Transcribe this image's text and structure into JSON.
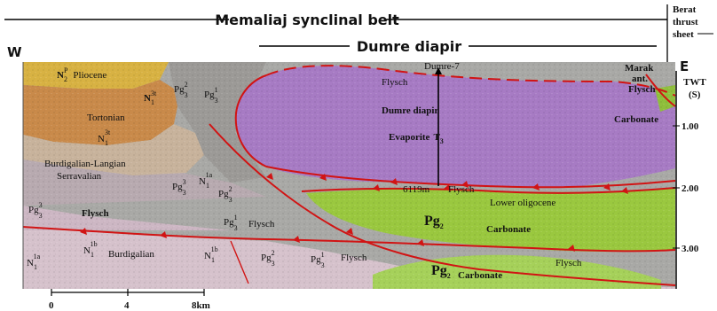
{
  "header": {
    "belt_title": "Memaliaj synclinal belt",
    "diapir_title": "Dumre diapir",
    "thrust_sheet": [
      "Berat",
      "thrust",
      "sheet"
    ]
  },
  "directions": {
    "west": "W",
    "east": "E"
  },
  "axis": {
    "title": "TWT",
    "unit": "(S)",
    "ticks": [
      "1.00",
      "2.00",
      "3.00"
    ]
  },
  "scale_bar": {
    "labels": [
      "0",
      "4",
      "8km"
    ]
  },
  "well": {
    "name": "Dumre-7",
    "depth": "6119m"
  },
  "units": {
    "pliocene_sym": "N",
    "pliocene_sub": "2",
    "pliocene_sup": "P",
    "pliocene_name": "Pliocene",
    "n13t_a_sym": "N",
    "n13t_a_sub": "1",
    "n13t_a_sup": "3t",
    "pg23_a_sym": "Pg",
    "pg23_a_sup": "2",
    "pg23_a_sub": "3",
    "pg13_top_sym": "Pg",
    "pg13_top_sup": "1",
    "pg13_top_sub": "3",
    "tortonian": "Tortonian",
    "n13t_b_sym": "N",
    "n13t_b_sub": "1",
    "n13t_b_sup": "3t",
    "burdigalian_langian": "Burdigalian-Langian",
    "serravalian": "Serravalian",
    "pg33_a_sym": "Pg",
    "pg33_a_sup": "3",
    "pg33_a_sub": "3",
    "n1a_a_sym": "N",
    "n1a_a_sub": "1",
    "n1a_a_sup": "1a",
    "pg23_b_sym": "Pg",
    "pg23_b_sup": "2",
    "pg23_b_sub": "3",
    "pg33_b_sym": "Pg",
    "pg33_b_sup": "3",
    "pg33_b_sub": "3",
    "flysch_left": "Flysch",
    "pg13_mid_sym": "Pg",
    "pg13_mid_sup": "1",
    "pg13_mid_sub": "3",
    "flysch_mid": "Flysch",
    "n1b_a_sym": "N",
    "n1b_a_sub": "1",
    "n1b_a_sup": "1b",
    "burdigalian": "Burdigalian",
    "n1a_b_sym": "N",
    "n1a_b_sub": "1",
    "n1a_b_sup": "1a",
    "n1b_b_sym": "N",
    "n1b_b_sub": "1",
    "n1b_b_sup": "1b",
    "pg23_c_sym": "Pg",
    "pg23_c_sup": "2",
    "pg23_c_sub": "3",
    "pg13_low_sym": "Pg",
    "pg13_low_sup": "1",
    "pg13_low_sub": "3",
    "flysch_low": "Flysch",
    "flysch_diapir": "Flysch",
    "dumre_diapir": "Dumre diapir",
    "evaporite": "Evaporite",
    "evap_sym": "T",
    "evap_sub": "3",
    "flysch_center": "Flysch",
    "lower_oligocene": "Lower oligocene",
    "pg2_upper_sym": "Pg",
    "pg2_upper_sub": "2",
    "carbonate_upper": "Carbonate",
    "flysch_lower_right": "Flysch",
    "pg2_lower_sym": "Pg",
    "pg2_lower_sub": "2",
    "carbonate_lower": "Carbonate",
    "marak": "Marak",
    "ant": "ant.",
    "flysch_east": "Flysch",
    "carbonate_east": "Carbonate"
  }
}
